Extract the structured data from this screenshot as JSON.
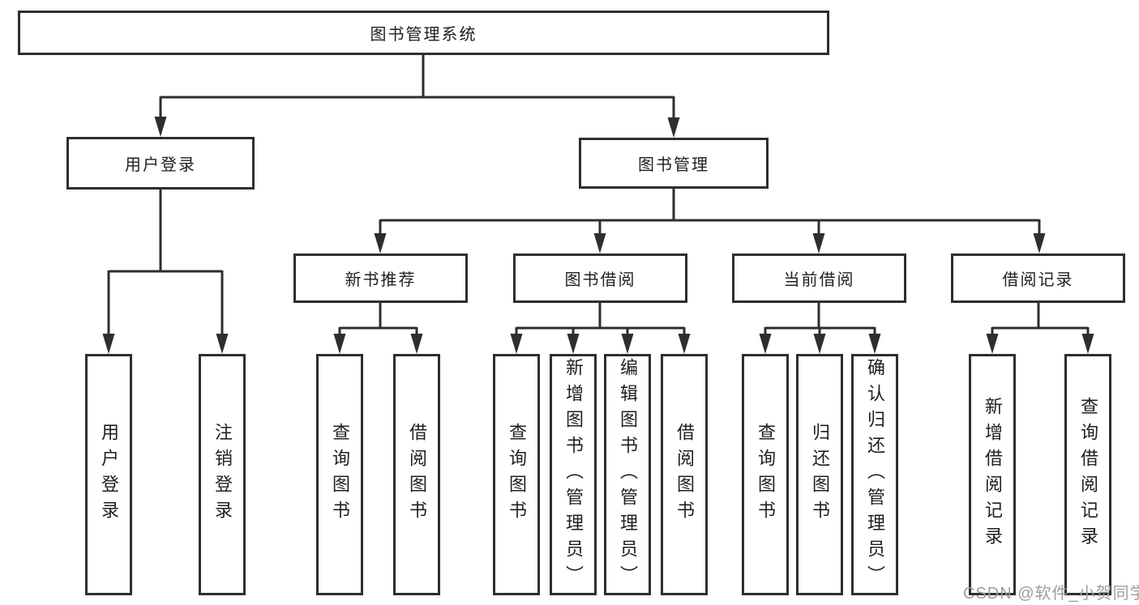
{
  "colors": {
    "line": "#2e2e2e",
    "text": "#1f1f1f",
    "watermark": "#9e9e9e",
    "background": "#ffffff"
  },
  "tree": {
    "root": {
      "label": "图书管理系统"
    },
    "level2": [
      {
        "label": "用户登录"
      },
      {
        "label": "图书管理"
      }
    ],
    "level3": [
      {
        "label": "新书推荐"
      },
      {
        "label": "图书借阅"
      },
      {
        "label": "当前借阅"
      },
      {
        "label": "借阅记录"
      }
    ],
    "leaves": {
      "user_login": [
        {
          "label": "用户登录"
        },
        {
          "label": "注销登录"
        }
      ],
      "new_books": [
        {
          "label": "查询图书"
        },
        {
          "label": "借阅图书"
        }
      ],
      "book_borrow": [
        {
          "label": "查询图书"
        },
        {
          "label": "新增图书（管理员）"
        },
        {
          "label": "编辑图书（管理员）"
        },
        {
          "label": "借阅图书"
        }
      ],
      "current_borrow": [
        {
          "label": "查询图书"
        },
        {
          "label": "归还图书"
        },
        {
          "label": "确认归还（管理员）"
        }
      ],
      "borrow_records": [
        {
          "label": "新增借阅记录"
        },
        {
          "label": "查询借阅记录"
        }
      ]
    }
  },
  "watermark": {
    "text": "CSDN @软件_小贺同学"
  }
}
